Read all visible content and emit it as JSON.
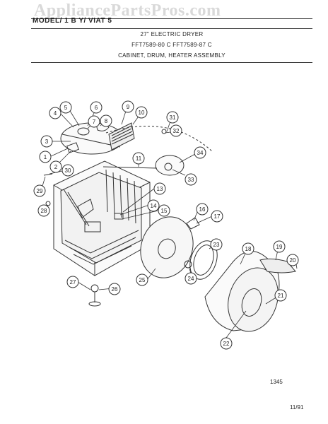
{
  "watermark": "AppliancePartsPros.com",
  "header": {
    "model_label": "MODEL/ 1 B Y/ VIAT 5",
    "title": "27\" ELECTRIC DRYER",
    "models": "FFT7589-80 C      FFT7589-87 C",
    "assembly": "CABINET, DRUM, HEATER ASSEMBLY"
  },
  "footer": {
    "page_code": "1345",
    "date": "11/91"
  },
  "callouts": [
    "1",
    "2",
    "3",
    "4",
    "5",
    "6",
    "7",
    "8",
    "9",
    "10",
    "11",
    "13",
    "14",
    "15",
    "16",
    "17",
    "18",
    "19",
    "20",
    "21",
    "22",
    "23",
    "24",
    "25",
    "26",
    "27",
    "28",
    "29",
    "30",
    "31",
    "32",
    "33",
    "34"
  ],
  "colors": {
    "line": "#333333",
    "paper": "#ffffff",
    "watermark": "#d9d9d9"
  }
}
